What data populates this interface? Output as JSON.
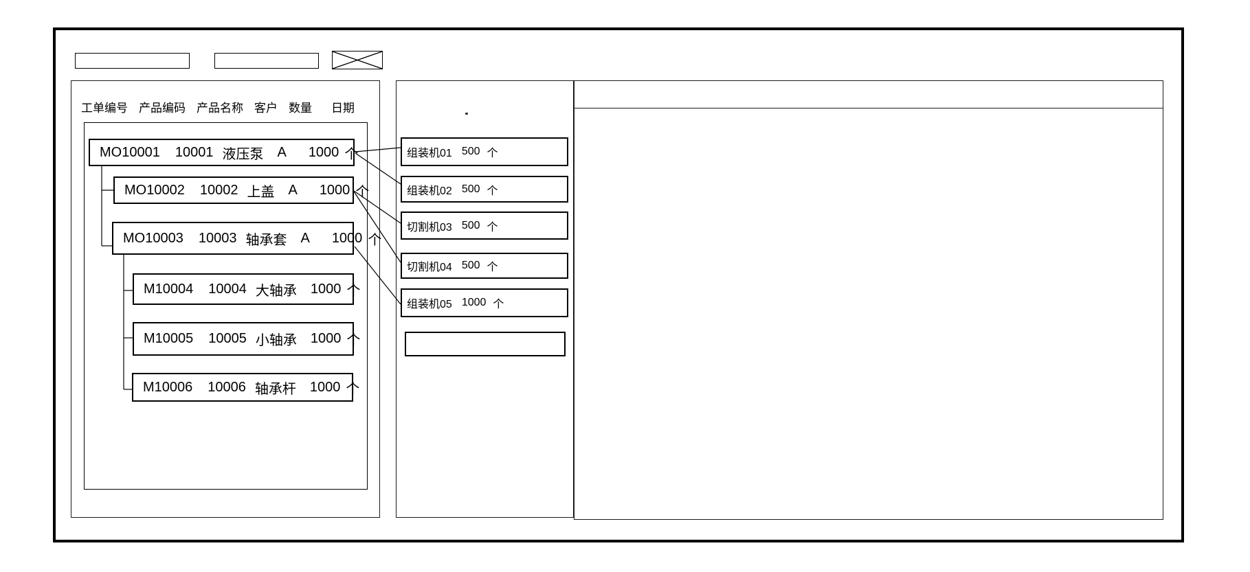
{
  "toolbar": {
    "field_1": {
      "value": ""
    },
    "field_2": {
      "value": ""
    },
    "close_label": ""
  },
  "work_order_panel": {
    "columns": [
      "工单编号",
      "产品编码",
      "产品名称",
      "客户",
      "数量",
      "日期"
    ],
    "orders": [
      {
        "order_no": "MO10001",
        "product_code": "10001",
        "product_name": "液压泵",
        "customer": "A",
        "qty": "1000",
        "unit": "个"
      },
      {
        "order_no": "MO10002",
        "product_code": "10002",
        "product_name": "上盖",
        "customer": "A",
        "qty": "1000",
        "unit": "个"
      },
      {
        "order_no": "MO10003",
        "product_code": "10003",
        "product_name": "轴承套",
        "customer": "A",
        "qty": "1000",
        "unit": "个"
      },
      {
        "order_no": "M10004",
        "product_code": "10004",
        "product_name": "大轴承",
        "customer": "",
        "qty": "1000",
        "unit": "个"
      },
      {
        "order_no": "M10005",
        "product_code": "10005",
        "product_name": "小轴承",
        "customer": "",
        "qty": "1000",
        "unit": "个"
      },
      {
        "order_no": "M10006",
        "product_code": "10006",
        "product_name": "轴承杆",
        "customer": "",
        "qty": "1000",
        "unit": "个"
      }
    ]
  },
  "machine_panel": {
    "machines": [
      {
        "name": "组装机01",
        "qty": "500",
        "unit": "个"
      },
      {
        "name": "组装机02",
        "qty": "500",
        "unit": "个"
      },
      {
        "name": "切割机03",
        "qty": "500",
        "unit": "个"
      },
      {
        "name": "切割机04",
        "qty": "500",
        "unit": "个"
      },
      {
        "name": "组装机05",
        "qty": "1000",
        "unit": "个"
      }
    ],
    "empty_slot_value": ""
  },
  "schedule_panel": {},
  "colors": {
    "line": "#000000",
    "background": "#ffffff"
  }
}
